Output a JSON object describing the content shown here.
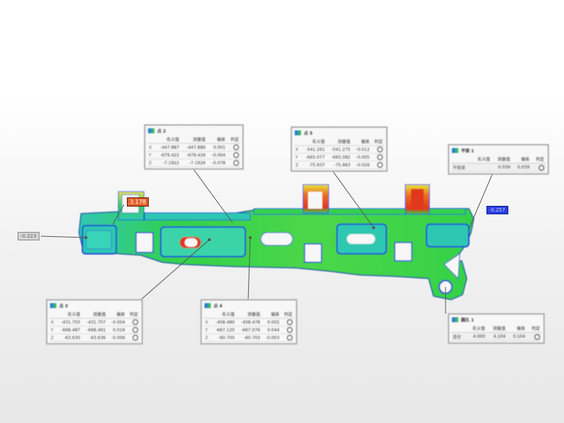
{
  "colors": {
    "good": "#34d14a",
    "cyan": "#2fc7b2",
    "blue_dark": "#1f3fd4",
    "warn_yellow": "#e8e23a",
    "warn_orange": "#e8721e",
    "hot_red": "#e0391c",
    "leader": "#555555"
  },
  "tags": {
    "orange_value": "3.178",
    "blue_value": "-0.257",
    "left_value": "-0.223"
  },
  "annotations": {
    "c2": {
      "title": "点 2",
      "headers": [
        "",
        "名义值",
        "测量值",
        "偏差",
        "判定"
      ],
      "rows": [
        {
          "axis": "X",
          "nominal": "-447.887",
          "measured": "-447.886",
          "dev": "0.001"
        },
        {
          "axis": "Y",
          "nominal": "-679.422",
          "measured": "-679.426",
          "dev": "-0.004"
        },
        {
          "axis": "Z",
          "nominal": "-7.1922",
          "measured": "-7.1926",
          "dev": "-0.078"
        }
      ]
    },
    "c5": {
      "title": "点 5",
      "headers": [
        "",
        "名义值",
        "测量值",
        "偏差",
        "判定"
      ],
      "rows": [
        {
          "axis": "X",
          "nominal": "-541.261",
          "measured": "-541.275",
          "dev": "-0.012"
        },
        {
          "axis": "Y",
          "nominal": "-665.077",
          "measured": "-665.082",
          "dev": "-0.005"
        },
        {
          "axis": "Z",
          "nominal": "-75.937",
          "measured": "-75.963",
          "dev": "-0.026"
        }
      ]
    },
    "c3": {
      "title": "点 3",
      "headers": [
        "",
        "名义值",
        "测量值",
        "偏差",
        "判定"
      ],
      "rows": [
        {
          "axis": "X",
          "nominal": "-431.703",
          "measured": "-431.707",
          "dev": "-0.004"
        },
        {
          "axis": "Y",
          "nominal": "-668.487",
          "measured": "-668.461",
          "dev": "0.016"
        },
        {
          "axis": "Z",
          "nominal": "-63.630",
          "measured": "-63.636",
          "dev": "-0.006"
        }
      ]
    },
    "c4": {
      "title": "点 4",
      "headers": [
        "",
        "名义值",
        "测量值",
        "偏差",
        "判定"
      ],
      "rows": [
        {
          "axis": "X",
          "nominal": "-458.480",
          "measured": "-458.478",
          "dev": "0.002"
        },
        {
          "axis": "Y",
          "nominal": "-667.120",
          "measured": "-667.076",
          "dev": "0.044"
        },
        {
          "axis": "Z",
          "nominal": "-60.700",
          "measured": "-60.703",
          "dev": "-0.003"
        }
      ]
    },
    "r1": {
      "title": "平面 1",
      "headers": [
        "",
        "名义值",
        "测量值",
        "偏差",
        "判定"
      ],
      "rows": [
        {
          "axis": "平面度",
          "nominal": "",
          "measured": "0.039",
          "dev": "0.039"
        }
      ]
    },
    "k1": {
      "title": "圆孔 1",
      "headers": [
        "",
        "名义值",
        "测量值",
        "偏差",
        "判定"
      ],
      "rows": [
        {
          "axis": "直径",
          "nominal": "4.000",
          "measured": "4.104",
          "dev": "0.104"
        }
      ]
    }
  }
}
